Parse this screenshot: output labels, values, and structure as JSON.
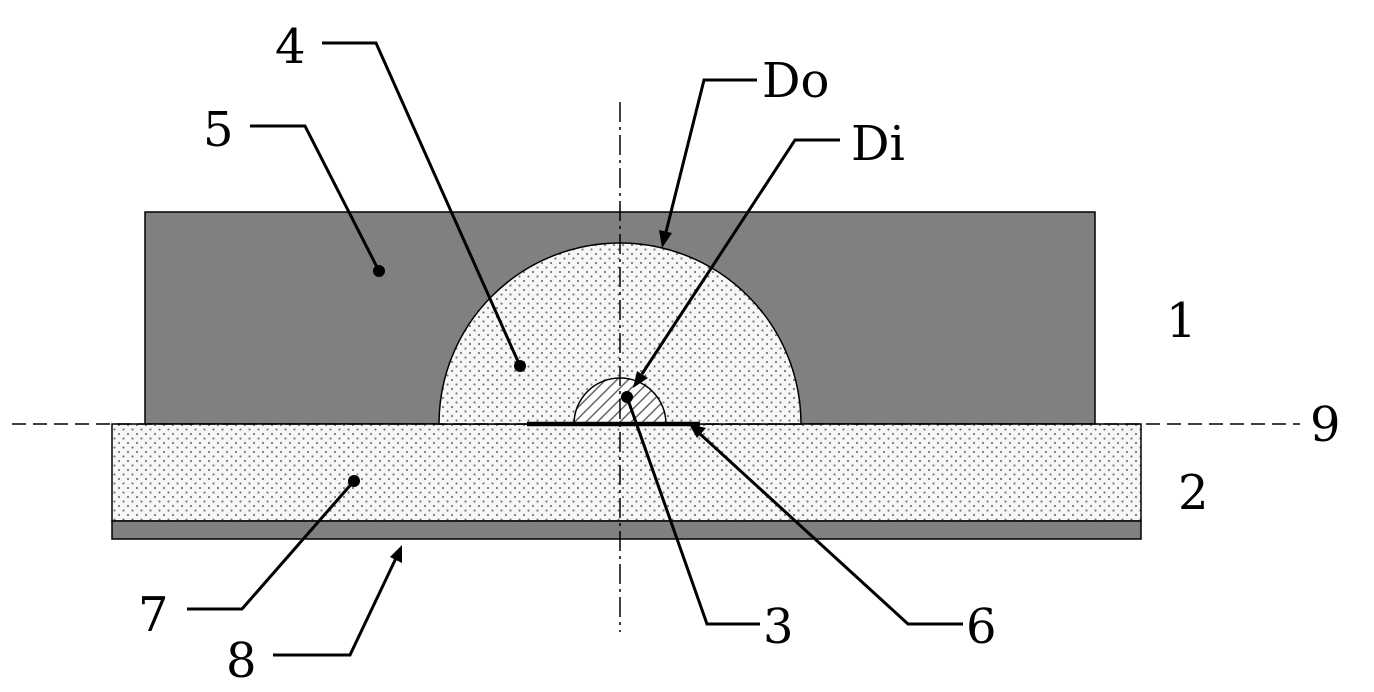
{
  "labels": {
    "part_1": "1",
    "part_2": "2",
    "part_3": "3",
    "part_4": "4",
    "part_5": "5",
    "part_6": "6",
    "part_7": "7",
    "part_8": "8",
    "part_9": "9",
    "outer_diameter": "Do",
    "inner_diameter": "Di"
  },
  "colors": {
    "dark_block": "#808080",
    "light_fill": "#f7f7f7",
    "dots": "#7a7a7a",
    "hatch": "#666666",
    "line": "#000000"
  }
}
